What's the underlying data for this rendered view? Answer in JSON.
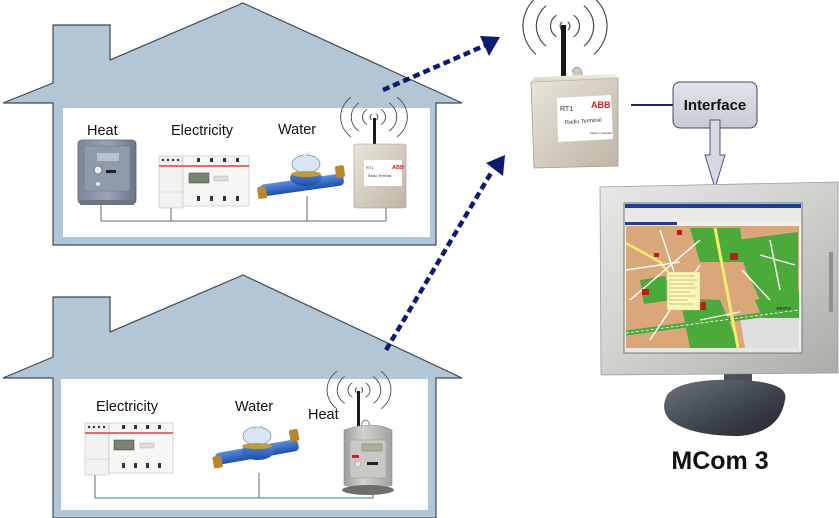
{
  "diagram": {
    "title": "Wireless remote meter reading system",
    "colors": {
      "house_fill": "#b3c6d6",
      "house_stroke": "#3d4a57",
      "room_fill": "#ffffff",
      "wire": "#5a6a7c",
      "radio_link": "#0d1a6e",
      "interface_fill": "#d6d8de",
      "brand_red": "#d62020",
      "map_green": "#4caa3a",
      "map_tan": "#d9a77a"
    },
    "house_top": {
      "labels": {
        "heat": "Heat",
        "electricity": "Electricity",
        "water": "Water"
      },
      "radio_terminal": {
        "id": "RT1",
        "brand": "ABB",
        "name": "Radio Terminal"
      }
    },
    "house_bottom": {
      "labels": {
        "electricity": "Electricity",
        "water": "Water",
        "heat": "Heat"
      }
    },
    "central_radio_terminal": {
      "id": "RT1",
      "brand": "ABB",
      "name": "Radio Terminal",
      "footer": "Made in Sweden"
    },
    "interface": {
      "label": "Interface"
    },
    "monitor": {
      "label": "MCom 3",
      "map_place_label": "ÅRSTA"
    }
  }
}
